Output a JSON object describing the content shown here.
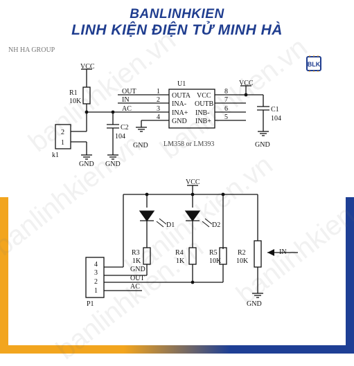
{
  "header": {
    "brand": "BANLINHKIEN",
    "tagline": "LINH KIỆN ĐIỆN TỬ MINH HÀ",
    "group_label": "NH HA GROUP",
    "logo_text": "BLK"
  },
  "watermark": "banlinhkien.vn",
  "colors": {
    "brand": "#1f3d8f",
    "accent_orange": "#f2a51e",
    "accent_blue": "#1e3f95"
  },
  "schematic": {
    "vcc": "VCC",
    "gnd": "GND",
    "r1": {
      "ref": "R1",
      "value": "10K"
    },
    "r2": {
      "ref": "R2",
      "value": "10K"
    },
    "r3": {
      "ref": "R3",
      "value": "1K"
    },
    "r4": {
      "ref": "R4",
      "value": "1K"
    },
    "r5": {
      "ref": "R5",
      "value": "10K"
    },
    "c1": {
      "ref": "C1",
      "value": "104"
    },
    "c2": {
      "ref": "C2",
      "value": "104"
    },
    "d1": "D1",
    "d2": "D2",
    "k1": {
      "ref": "k1",
      "pins": [
        "2",
        "1"
      ]
    },
    "p1": {
      "ref": "P1",
      "pins": [
        "4",
        "3",
        "2",
        "1"
      ]
    },
    "u1": {
      "ref": "U1",
      "part": "LM358 or LM393",
      "left_pins": [
        "OUTA",
        "INA-",
        "INA+",
        "GND"
      ],
      "right_pins": [
        "VCC",
        "OUTB",
        "INB-",
        "INB+"
      ],
      "left_nums": [
        "1",
        "2",
        "3",
        "4"
      ],
      "right_nums": [
        "8",
        "7",
        "6",
        "5"
      ]
    },
    "net_out": "OUT",
    "net_in": "IN",
    "net_ac": "AC"
  }
}
